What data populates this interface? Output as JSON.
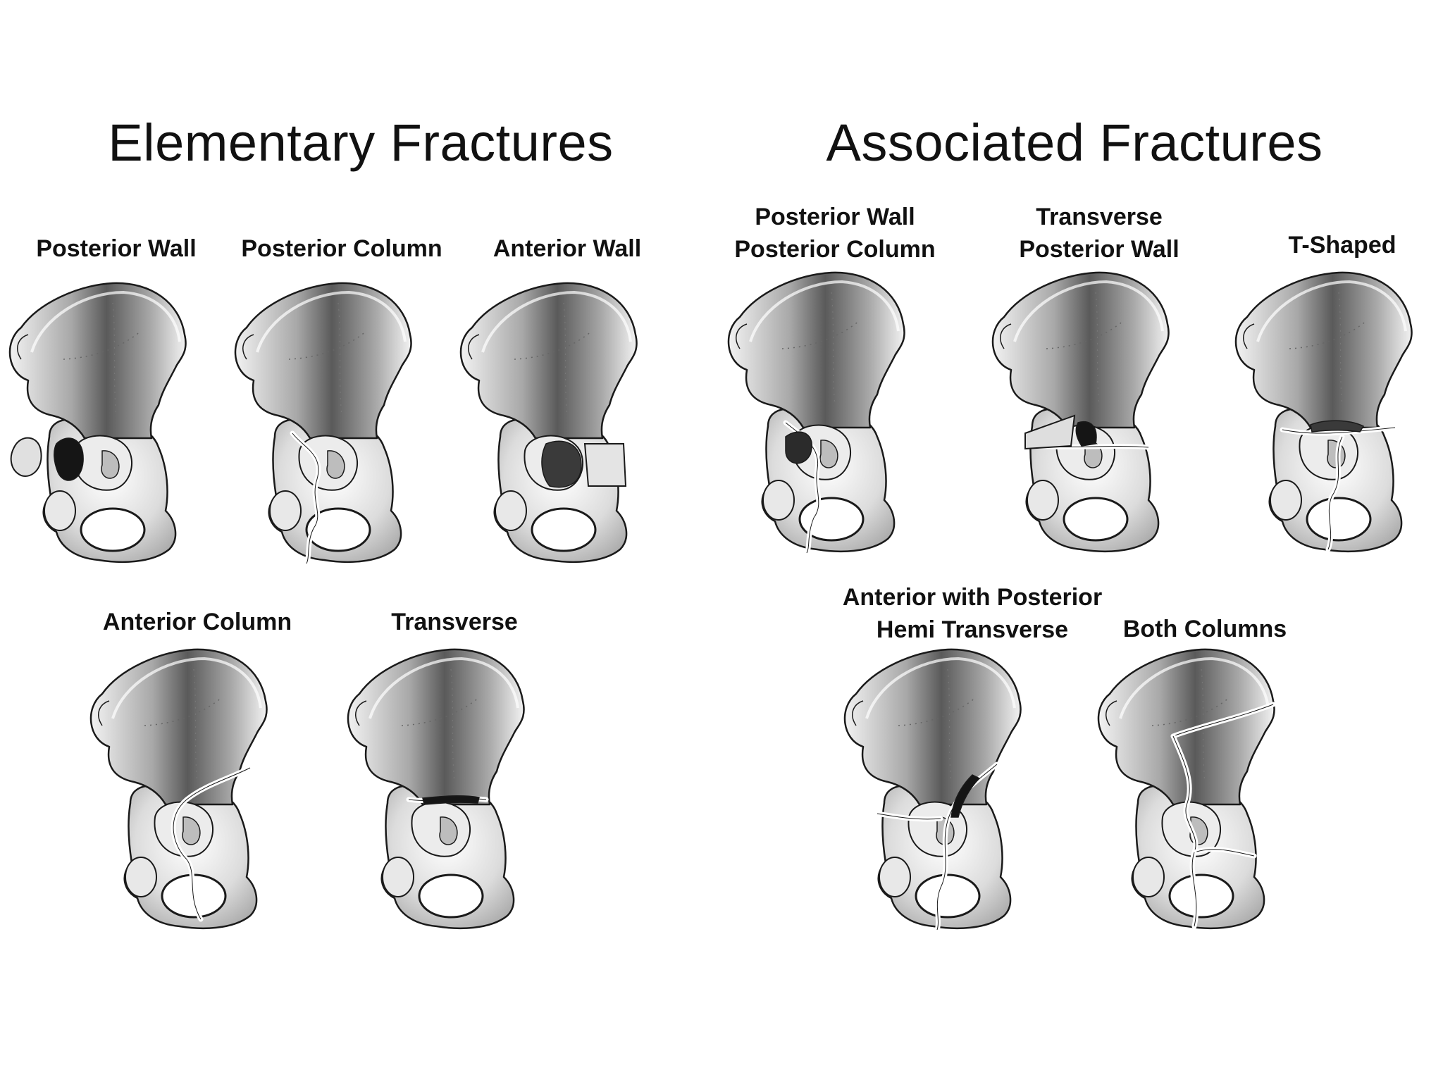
{
  "titles": {
    "elementary": "Elementary Fractures",
    "associated": "Associated Fractures"
  },
  "elementary": [
    {
      "id": "posterior-wall",
      "lines": [
        "Posterior Wall"
      ]
    },
    {
      "id": "posterior-column",
      "lines": [
        "Posterior Column"
      ]
    },
    {
      "id": "anterior-wall",
      "lines": [
        "Anterior Wall"
      ]
    },
    {
      "id": "anterior-column",
      "lines": [
        "Anterior Column"
      ]
    },
    {
      "id": "transverse",
      "lines": [
        "Transverse"
      ]
    }
  ],
  "associated": [
    {
      "id": "posterior-wall-posterior-column",
      "lines": [
        "Posterior Wall",
        "Posterior Column"
      ]
    },
    {
      "id": "transverse-posterior-wall",
      "lines": [
        "Transverse",
        "Posterior Wall"
      ]
    },
    {
      "id": "t-shaped",
      "lines": [
        "T-Shaped"
      ]
    },
    {
      "id": "anterior-posterior-hemi-transverse",
      "lines": [
        "Anterior with Posterior",
        "Hemi Transverse"
      ]
    },
    {
      "id": "both-columns",
      "lines": [
        "Both Columns"
      ]
    }
  ],
  "colors": {
    "bone_light": "#f2f2f2",
    "bone_mid": "#a8a8a8",
    "bone_dark": "#5a5a5a",
    "outline": "#1a1a1a",
    "fracture_dark": "#151515"
  }
}
